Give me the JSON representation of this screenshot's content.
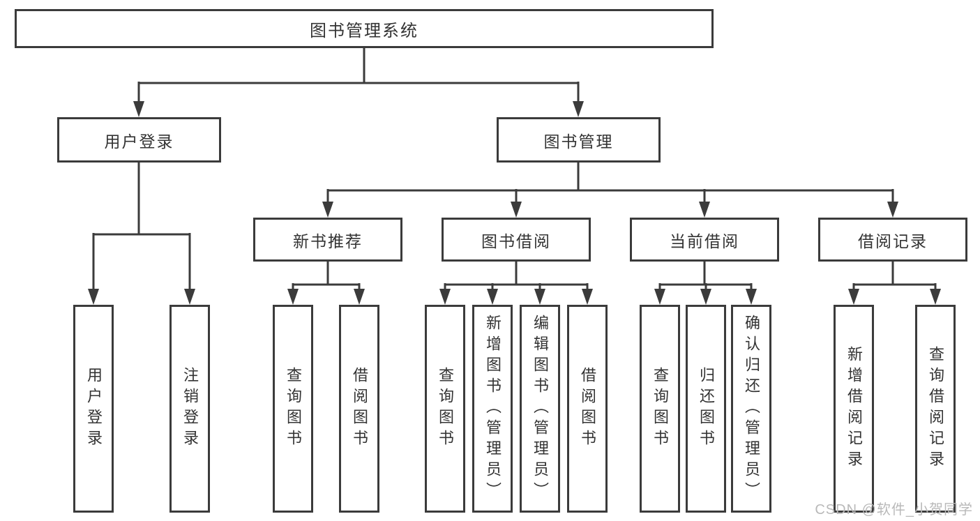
{
  "diagram": {
    "type": "hierarchy",
    "root": "图书管理系统",
    "level2": {
      "user_login": "用户登录",
      "book_management": "图书管理"
    },
    "level3": {
      "new_book_recommend": "新书推荐",
      "book_borrow": "图书借阅",
      "current_borrow": "当前借阅",
      "borrow_records": "借阅记录"
    },
    "leaves": {
      "login": [
        "用户登录",
        "注销登录"
      ],
      "recommend": [
        "查询图书",
        "借阅图书"
      ],
      "borrow": [
        "查询图书",
        "新增图书（管理员）",
        "编辑图书（管理员）",
        "借阅图书"
      ],
      "current": [
        "查询图书",
        "归还图书",
        "确认归还（管理员）"
      ],
      "records": [
        "新增借阅记录",
        "查询借阅记录"
      ]
    }
  },
  "watermark": "CSDN @软件_小贺同学",
  "colors": {
    "line": "#3b3b3b",
    "text": "#333333",
    "box_background": "#ffffff",
    "page_background": "#ffffff",
    "watermark": "#b9b9b9"
  }
}
